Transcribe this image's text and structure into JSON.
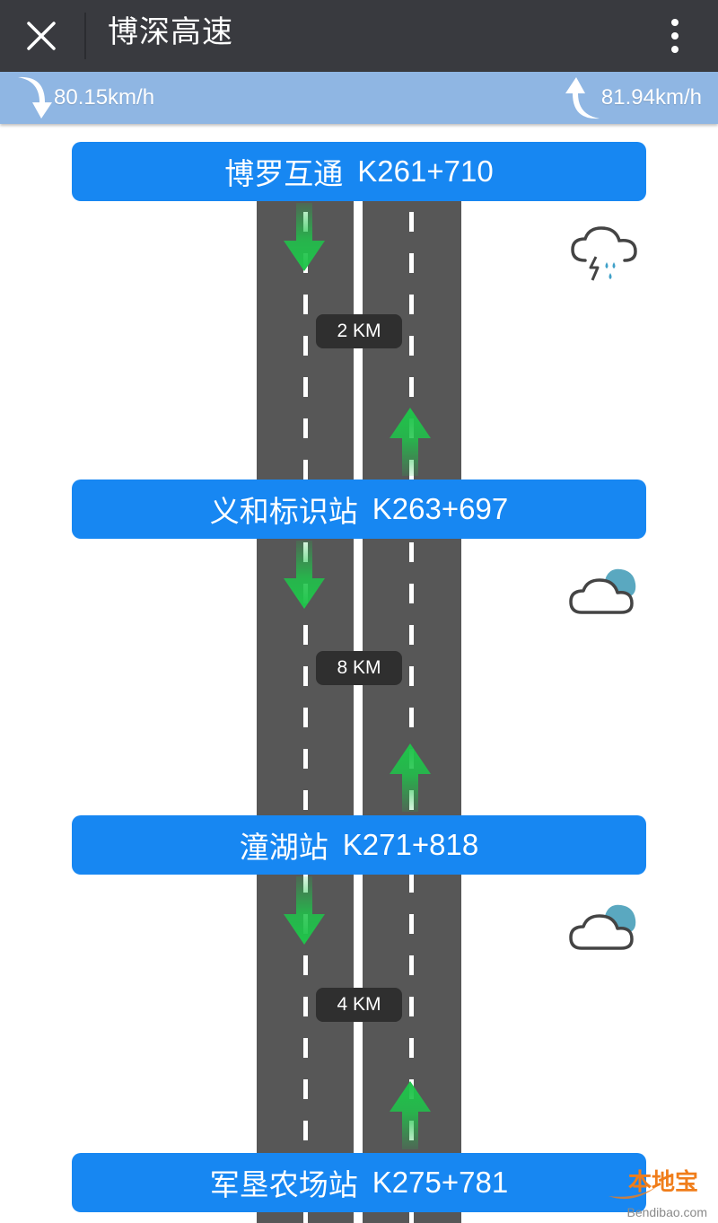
{
  "header": {
    "title": "博深高速",
    "close_icon": "close-icon",
    "menu_icon": "more-vertical-icon"
  },
  "speeds": {
    "down": "80.15km/h",
    "up": "81.94km/h"
  },
  "stations": [
    {
      "name": "博罗互通",
      "code": "K261+710"
    },
    {
      "name": "义和标识站",
      "code": "K263+697"
    },
    {
      "name": "潼湖站",
      "code": "K271+818"
    },
    {
      "name": "军垦农场站",
      "code": "K275+781"
    }
  ],
  "segments": [
    {
      "distance": "2 KM",
      "weather": "thunder-rain-icon"
    },
    {
      "distance": "8 KM",
      "weather": "cloudy-icon"
    },
    {
      "distance": "4 KM",
      "weather": "cloudy-icon"
    }
  ],
  "watermark": {
    "text": "本地宝",
    "sub": "Bendibao.com"
  },
  "colors": {
    "topbar": "#393a3f",
    "speedbar": "#8fb6e3",
    "station": "#1787f2",
    "road": "#575757",
    "arrow": "#1fc44a"
  }
}
